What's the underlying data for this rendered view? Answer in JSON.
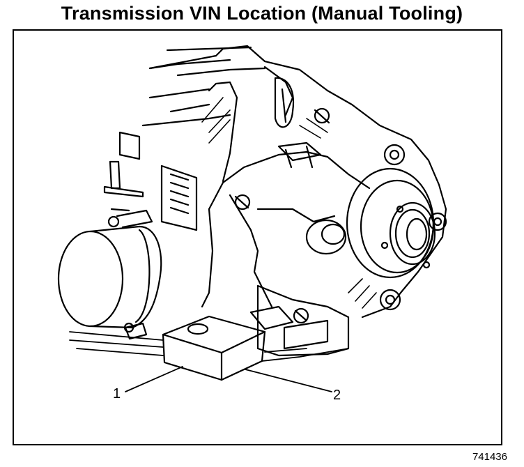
{
  "title": "Transmission VIN Location (Manual Tooling)",
  "callouts": [
    {
      "number": "1"
    },
    {
      "number": "2"
    }
  ],
  "figure_id": "741436"
}
